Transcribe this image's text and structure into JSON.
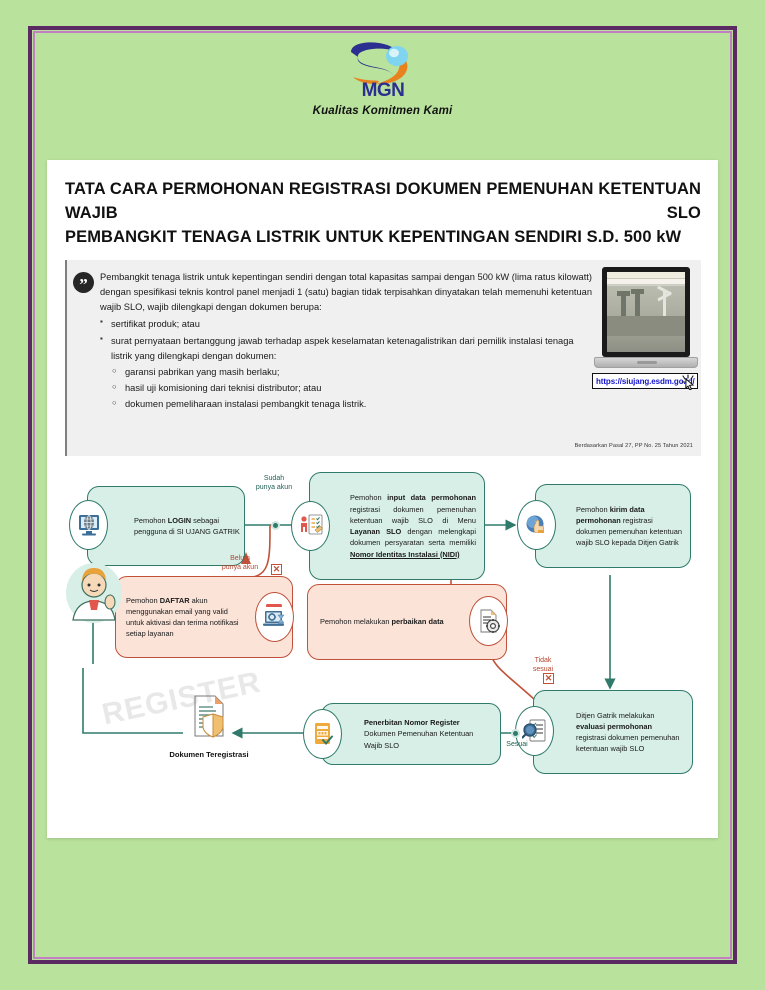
{
  "brand": {
    "logo_text": "MGN",
    "tagline": "Kualitas Komitmen Kami",
    "logo_icon": "mgn-swoosh-logo"
  },
  "document": {
    "title_line1": "TATA CARA PERMOHONAN REGISTRASI DOKUMEN PEMENUHAN KETENTUAN WAJIB SLO",
    "title_line2": "PEMBANGKIT TENAGA LISTRIK UNTUK KEPENTINGAN SENDIRI S.D. 500 kW",
    "quote_glyph": "”",
    "intro": "Pembangkit tenaga listrik untuk kepentingan sendiri dengan total kapasitas sampai dengan 500 kW (lima ratus kilowatt) dengan spesifikasi teknis kontrol panel menjadi 1 (satu) bagian tidak terpisahkan dinyatakan telah memenuhi ketentuan wajib SLO, wajib dilengkapi dengan dokumen berupa:",
    "bullets": [
      "sertifikat produk; atau",
      "surat pernyataan bertanggung jawab terhadap aspek keselamatan ketenagalistrikan dari pemilik instalasi tenaga listrik yang dilengkapi dengan dokumen:"
    ],
    "sub_bullets": [
      "garansi pabrikan yang masih berlaku;",
      "hasil uji komisioning dari teknisi distributor; atau",
      "dokumen pemeliharaan instalasi pembangkit tenaga listrik."
    ],
    "footnote": "Berdasarkan Pasal 27, PP No. 25 Tahun 2021",
    "url": "https://siujang.esdm.go.id/",
    "laptop_icon": "laptop-illustration",
    "cursor_icon": "click-cursor-icon"
  },
  "flowchart": {
    "nodes": [
      {
        "id": "login",
        "icon": "monitor-globe-icon",
        "text_html": "Pemohon <b>LOGIN</b> sebagai pengguna di SI UJANG GATRIK"
      },
      {
        "id": "input-data",
        "icon": "form-checklist-icon",
        "text_html": "Pemohon <b>input data permohonan</b> registrasi dokumen pemenuhan ketentuan wajib SLO di Menu <b>Layanan SLO</b> dengan melengkapi dokumen persyaratan serta memiliki <b><u>Nomor Identitas Instalasi (NIDI)</u></b>"
      },
      {
        "id": "kirim-data",
        "icon": "hand-click-send-icon",
        "text_html": "Pemohon <b>kirim data permohonan</b> registrasi dokumen pemenuhan ketentuan wajib SLO kepada Ditjen Gatrik"
      },
      {
        "id": "daftar-akun",
        "icon": "laptop-register-icon",
        "text_html": "Pemohon <b>DAFTAR</b> akun menggunakan email yang valid untuk aktivasi dan terima notifikasi setiap layanan"
      },
      {
        "id": "perbaikan-data",
        "icon": "document-gear-icon",
        "text_html": "Pemohon melakukan <b>perbaikan data</b>"
      },
      {
        "id": "evaluasi",
        "icon": "magnifier-document-icon",
        "text_html": "Ditjen Gatrik melakukan <b>evaluasi permohonan</b> registrasi dokumen pemenuhan ketentuan wajib SLO"
      },
      {
        "id": "penerbitan",
        "icon": "certificate-check-icon",
        "text_html": "<b>Penerbitan Nomor Register</b> Dokumen Pemenuhan Ketentuan Wajib SLO"
      }
    ],
    "edge_labels": {
      "sudah": "Sudah\npunya akun",
      "sudah_line1": "Sudah",
      "sudah_line2": "punya akun",
      "belum_line1": "Belum",
      "belum_line2": "punya akun",
      "tidak_line1": "Tidak",
      "tidak_line2": "sesuai",
      "sesuai": "Sesuai"
    },
    "marks": {
      "x_glyph": "✕",
      "check_glyph": "✓"
    },
    "output": {
      "label": "Dokumen Teregistrasi",
      "icon": "registered-document-icon",
      "stamp_text": "REGISTER"
    },
    "avatar_icon": "applicant-avatar-icon"
  },
  "colors": {
    "page_bg": "#b9e29c",
    "frame_outer": "#5b2a62",
    "frame_inner": "#c47fc4",
    "node_green_bg": "#d8efe8",
    "node_green_border": "#2f7a6a",
    "node_peach_bg": "#fbe3d8",
    "node_peach_border": "#c1513a",
    "url_text": "#1414cf"
  }
}
